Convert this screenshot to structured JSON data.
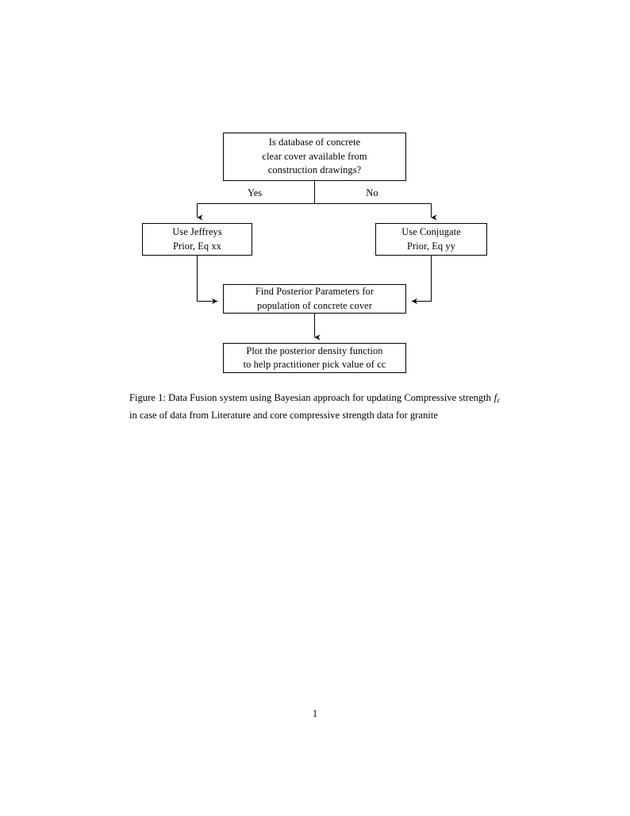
{
  "document": {
    "page_number": "1",
    "figure": {
      "caption_label": "Figure 1:",
      "caption_text_part1": "Data Fusion system using Bayesian approach for updating Compressive strength",
      "caption_math_symbol": "f",
      "caption_math_subscript": "c",
      "caption_text_part2": "in case of data from Literature and core compressive strength data for granite"
    }
  },
  "flowchart": {
    "type": "flowchart",
    "orientation": "top-down",
    "nodes": [
      {
        "id": "decision",
        "shape": "rectangle",
        "lines": [
          "Is database of concrete",
          "clear cover available from",
          "construction drawings?"
        ]
      },
      {
        "id": "jeffreys",
        "shape": "rectangle",
        "lines": [
          "Use Jeffreys",
          "Prior, Eq xx"
        ]
      },
      {
        "id": "conjugate",
        "shape": "rectangle",
        "lines": [
          "Use Conjugate",
          "Prior, Eq yy"
        ]
      },
      {
        "id": "posterior",
        "shape": "rectangle",
        "lines": [
          "Find Posterior Parameters for",
          "population of concrete cover"
        ]
      },
      {
        "id": "plot",
        "shape": "rectangle",
        "lines": [
          "Plot the posterior density function",
          "to help practitioner pick value of cc"
        ]
      }
    ],
    "edges": [
      {
        "from": "decision",
        "to": "jeffreys",
        "label": "Yes"
      },
      {
        "from": "decision",
        "to": "conjugate",
        "label": "No"
      },
      {
        "from": "jeffreys",
        "to": "posterior",
        "label": ""
      },
      {
        "from": "conjugate",
        "to": "posterior",
        "label": ""
      },
      {
        "from": "posterior",
        "to": "plot",
        "label": ""
      }
    ],
    "colors": {
      "stroke": "#000000",
      "fill": "#ffffff",
      "text": "#000000",
      "background": "#ffffff"
    }
  }
}
